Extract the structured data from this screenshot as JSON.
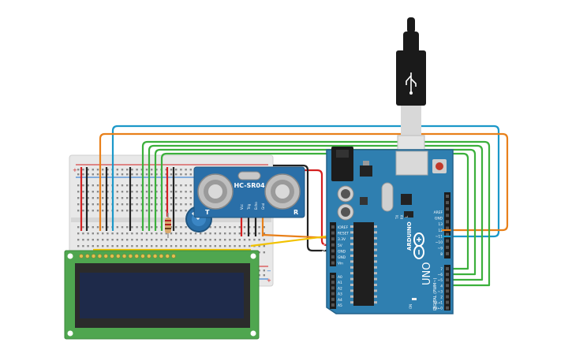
{
  "components": {
    "ultrasonic_sensor": {
      "model_label": "HC-SR04",
      "left_mark": "T",
      "right_mark": "R",
      "pin_labels": [
        "Vcc",
        "Trig",
        "Echo",
        "Gnd"
      ]
    },
    "arduino": {
      "brand_label": "ARDUINO",
      "model_label": "UNO",
      "on_label": "ON",
      "tx_label": "TX",
      "rx_label": "RX",
      "l_label": "L",
      "digital_label": "DIGITAL (PWM~)",
      "power_label": "POWER",
      "analog_label": "ANALOG IN",
      "power_pins": [
        "IOREF",
        "RESET",
        "3.3V",
        "5V",
        "GND",
        "GND",
        "Vin"
      ],
      "analog_pins": [
        "A0",
        "A1",
        "A2",
        "A3",
        "A4",
        "A5"
      ],
      "top_pins": [
        "AREF",
        "GND",
        "13",
        "12",
        "~11",
        "~10",
        "~9",
        "8"
      ],
      "bottom_pins": [
        "7",
        "~6",
        "~5",
        "4",
        "~3",
        "2",
        "TX→1",
        "RX←0"
      ]
    },
    "lcd": {
      "pin_count": 16
    }
  },
  "colors": {
    "arduino_board": "#2f7fb0",
    "lcd_pcb": "#4fa64f",
    "lcd_screen": "#1e2a4a",
    "sensor_board": "#2a6fa8",
    "breadboard": "#e6e6e6",
    "wire_blue": "#1b98c9",
    "wire_orange": "#e8801a",
    "wire_green": "#3cb03c",
    "wire_red": "#d42020",
    "wire_black": "#222222",
    "wire_yellow": "#f2c200",
    "usb_plug": "#1a1a1a"
  }
}
